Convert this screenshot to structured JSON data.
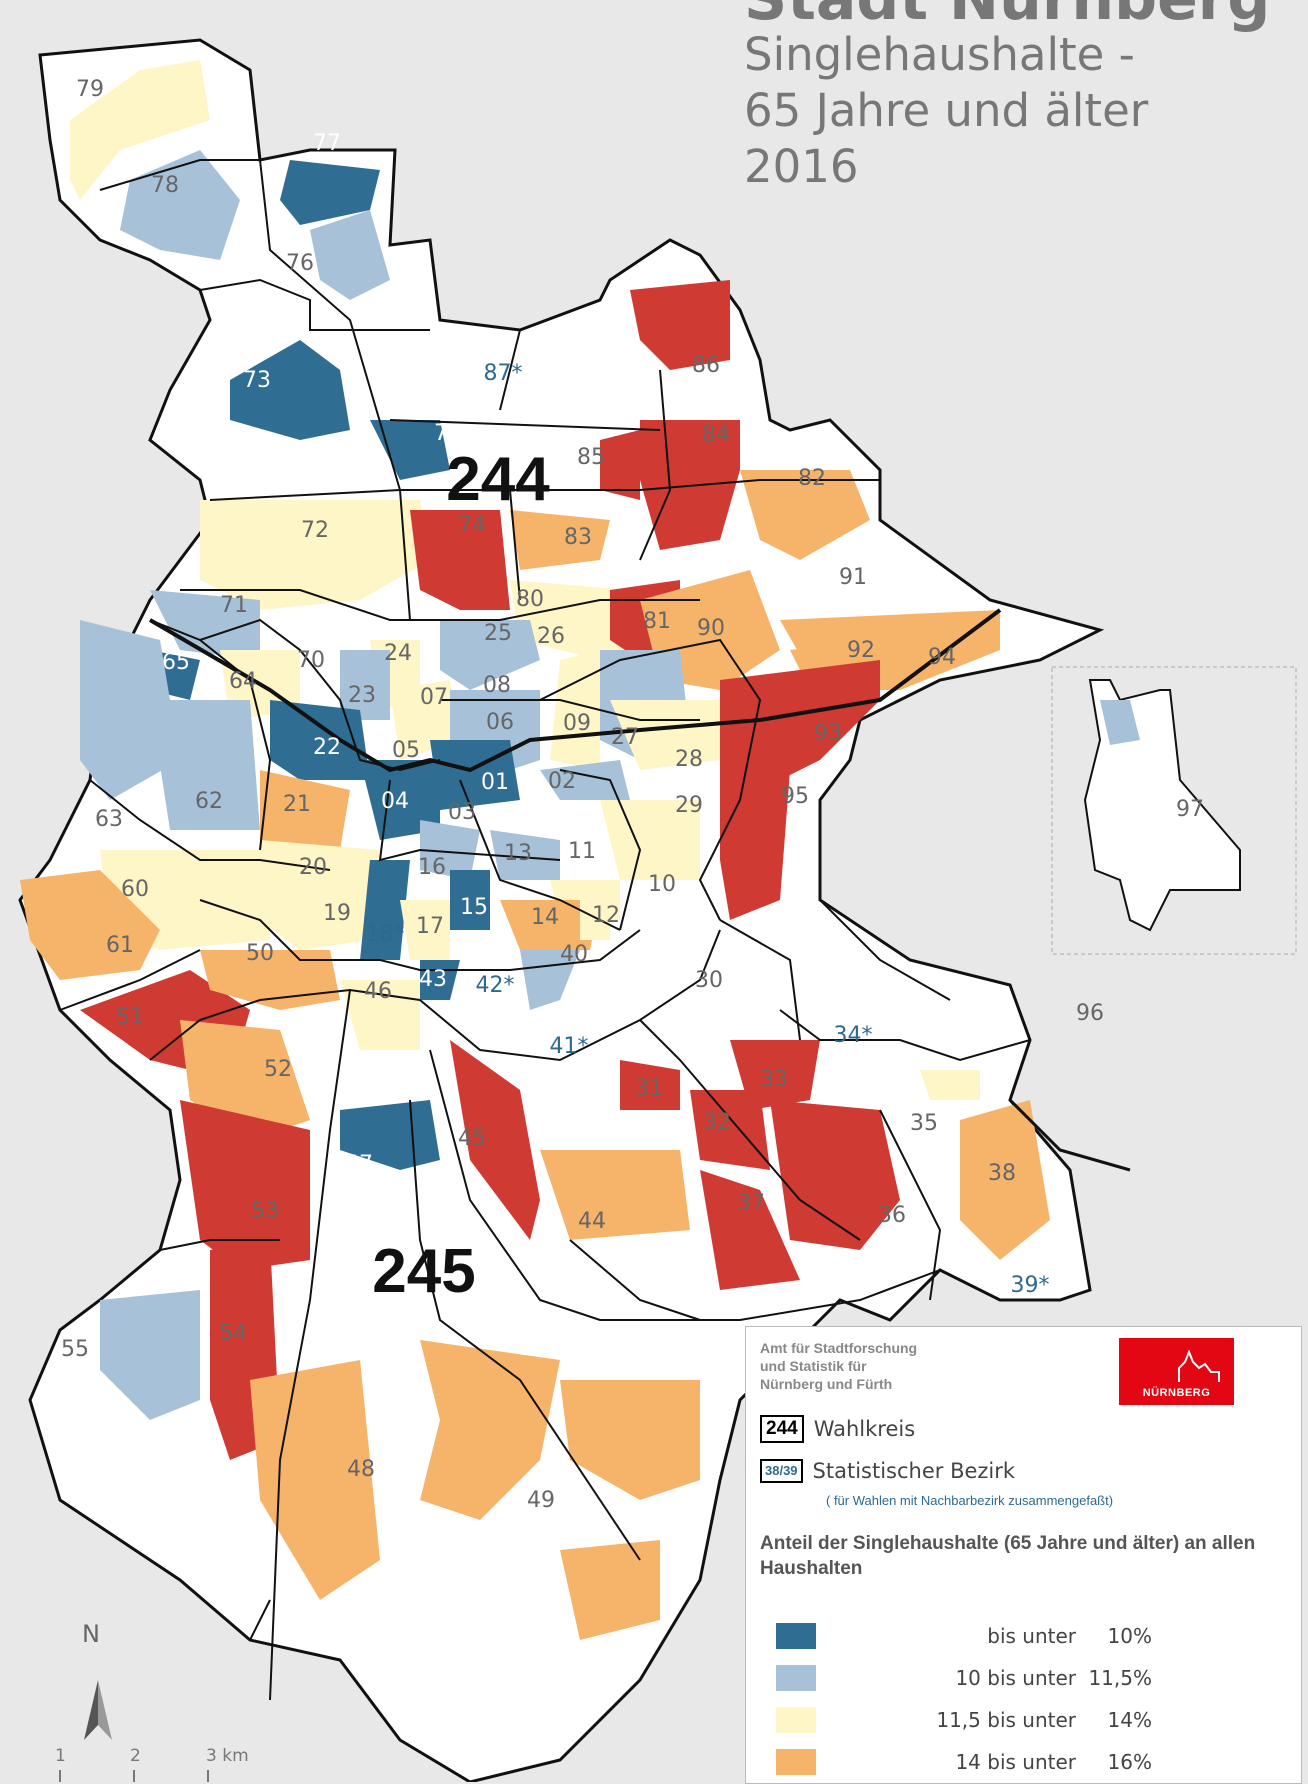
{
  "title": {
    "city_cut": "Stadt Nürnberg",
    "line1": "Singlehaushalte -",
    "line2": "65 Jahre und älter",
    "line3": "2016"
  },
  "colors": {
    "class1": "#2f6d93",
    "class2": "#a7c1d9",
    "class3": "#fff6c8",
    "class4": "#f6b46a",
    "class5": "#cf3a32",
    "boundary": "#111111",
    "district_fill": "#ffffff",
    "background": "#e8e8e8"
  },
  "wahlkreise": [
    "244",
    "245"
  ],
  "districts": [
    {
      "id": "79",
      "class": 3
    },
    {
      "id": "78",
      "class": 2
    },
    {
      "id": "77",
      "class": 1
    },
    {
      "id": "76",
      "class": 2
    },
    {
      "id": "73",
      "class": 1
    },
    {
      "id": "75",
      "class": 1
    },
    {
      "id": "87*",
      "class": 0
    },
    {
      "id": "86",
      "class": 5
    },
    {
      "id": "84",
      "class": 5
    },
    {
      "id": "85",
      "class": 5
    },
    {
      "id": "82",
      "class": 4
    },
    {
      "id": "72",
      "class": 3
    },
    {
      "id": "74",
      "class": 5
    },
    {
      "id": "83",
      "class": 4
    },
    {
      "id": "80",
      "class": 3
    },
    {
      "id": "91",
      "class": 4
    },
    {
      "id": "71",
      "class": 2
    },
    {
      "id": "25",
      "class": 2
    },
    {
      "id": "26",
      "class": 3
    },
    {
      "id": "81",
      "class": 5
    },
    {
      "id": "90",
      "class": 4
    },
    {
      "id": "92",
      "class": 4
    },
    {
      "id": "94",
      "class": 4
    },
    {
      "id": "65",
      "class": 1
    },
    {
      "id": "70",
      "class": 3
    },
    {
      "id": "24",
      "class": 3
    },
    {
      "id": "64",
      "class": 3
    },
    {
      "id": "23",
      "class": 2
    },
    {
      "id": "07",
      "class": 3
    },
    {
      "id": "08",
      "class": 2
    },
    {
      "id": "06",
      "class": 2
    },
    {
      "id": "09",
      "class": 3
    },
    {
      "id": "27",
      "class": 2
    },
    {
      "id": "28",
      "class": 3
    },
    {
      "id": "93",
      "class": 5
    },
    {
      "id": "97",
      "class": 2
    },
    {
      "id": "22",
      "class": 1
    },
    {
      "id": "05",
      "class": 3
    },
    {
      "id": "01",
      "class": 1
    },
    {
      "id": "02",
      "class": 2
    },
    {
      "id": "63",
      "class": 2
    },
    {
      "id": "62",
      "class": 2
    },
    {
      "id": "21",
      "class": 4
    },
    {
      "id": "04",
      "class": 1
    },
    {
      "id": "03",
      "class": 3
    },
    {
      "id": "29",
      "class": 3
    },
    {
      "id": "95",
      "class": 5
    },
    {
      "id": "13",
      "class": 2
    },
    {
      "id": "11",
      "class": 2
    },
    {
      "id": "60",
      "class": 3
    },
    {
      "id": "20",
      "class": 3
    },
    {
      "id": "16",
      "class": 2
    },
    {
      "id": "10",
      "class": 3
    },
    {
      "id": "19",
      "class": 3
    },
    {
      "id": "15",
      "class": 1
    },
    {
      "id": "14",
      "class": 4
    },
    {
      "id": "12",
      "class": 3
    },
    {
      "id": "61",
      "class": 4
    },
    {
      "id": "18*",
      "class": 1
    },
    {
      "id": "17",
      "class": 3
    },
    {
      "id": "50",
      "class": 4
    },
    {
      "id": "40",
      "class": 2
    },
    {
      "id": "30",
      "class": 0
    },
    {
      "id": "43",
      "class": 1
    },
    {
      "id": "42*",
      "class": 0
    },
    {
      "id": "46",
      "class": 3
    },
    {
      "id": "51",
      "class": 5
    },
    {
      "id": "96",
      "class": 3
    },
    {
      "id": "41*",
      "class": 0
    },
    {
      "id": "34*",
      "class": 0
    },
    {
      "id": "52",
      "class": 4
    },
    {
      "id": "31",
      "class": 5
    },
    {
      "id": "33",
      "class": 5
    },
    {
      "id": "32",
      "class": 5
    },
    {
      "id": "35",
      "class": 3
    },
    {
      "id": "45",
      "class": 5
    },
    {
      "id": "47",
      "class": 1
    },
    {
      "id": "38",
      "class": 4
    },
    {
      "id": "53",
      "class": 5
    },
    {
      "id": "37",
      "class": 5
    },
    {
      "id": "44",
      "class": 4
    },
    {
      "id": "36",
      "class": 0
    },
    {
      "id": "39*",
      "class": 0
    },
    {
      "id": "54",
      "class": 5
    },
    {
      "id": "55",
      "class": 2
    },
    {
      "id": "48",
      "class": 4
    },
    {
      "id": "49",
      "class": 4
    }
  ],
  "legend": {
    "org_line1": "Amt für Stadtforschung",
    "org_line2": "und Statistik für",
    "org_line3": "Nürnberg und Fürth",
    "logo_text": "NÜRNBERG",
    "wk_sample": "244",
    "wk_label": "Wahlkreis",
    "sb_sample": "38/39",
    "sb_label": "Statistischer Bezirk",
    "sb_note": "( für Wahlen mit Nachbarbezirk zusammengefaßt)",
    "heading": "Anteil der Singlehaushalte (65 Jahre und älter) an allen Haushalten",
    "classes": [
      {
        "label": "bis unter",
        "pct": "10%",
        "color": "#2f6d93"
      },
      {
        "label": "10 bis unter",
        "pct": "11,5%",
        "color": "#a7c1d9"
      },
      {
        "label": "11,5 bis unter",
        "pct": "14%",
        "color": "#fff6c8"
      },
      {
        "label": "14 bis unter",
        "pct": "16%",
        "color": "#f6b46a"
      }
    ]
  },
  "scalebar": {
    "ticks": [
      "1",
      "2",
      "3 km"
    ]
  },
  "north_label": "N"
}
